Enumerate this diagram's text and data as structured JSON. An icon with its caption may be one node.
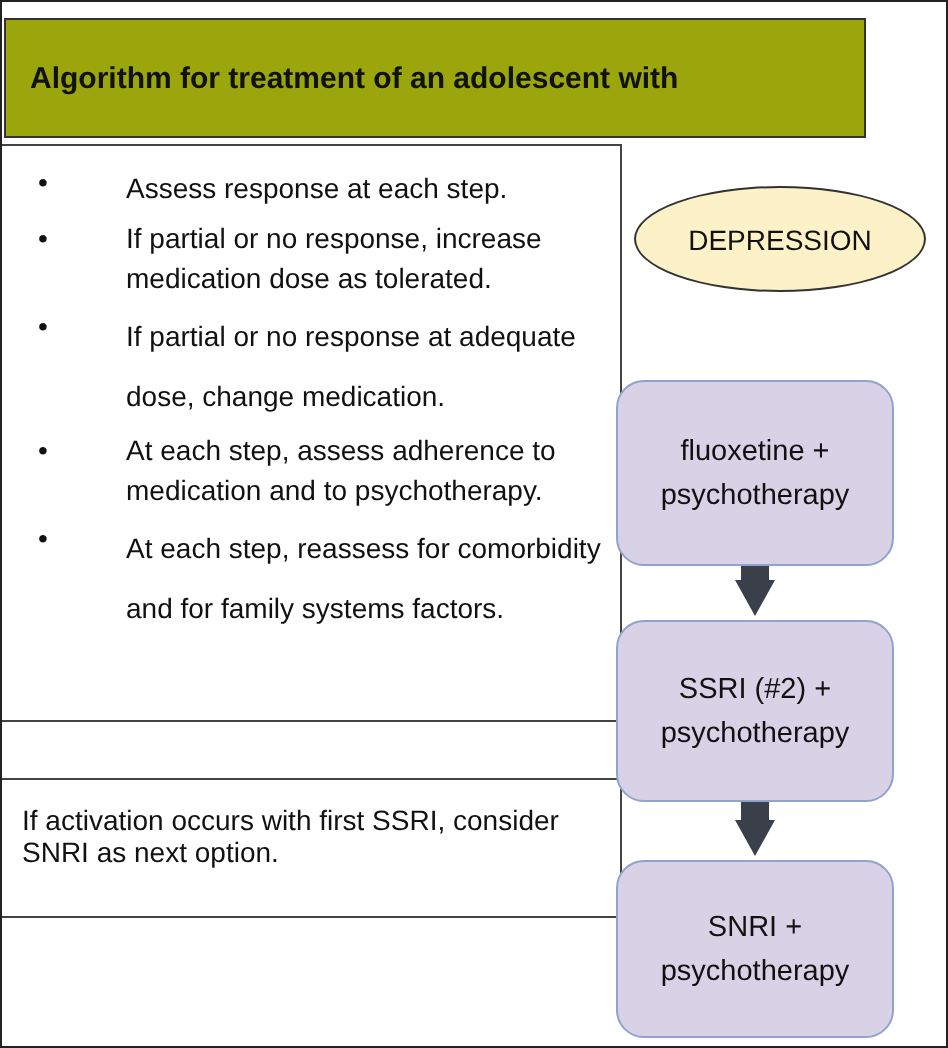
{
  "diagram": {
    "nodes": [
      {
        "text": [
          "Algorithm for treatment of an adolescent with"
        ]
      },
      {
        "text": [
          "•",
          "Assess response at each step.",
          "•",
          "If partial or no response, increase medication dose as tolerated.",
          "•",
          "If partial or no response at adequate dose, change medication.",
          "•",
          "At each step, assess adherence to medication and to psychotherapy.",
          "•",
          "At each step, reassess for comorbidity and for family systems factors."
        ]
      },
      {
        "text": [
          "If activation occurs with first SSRI, consider SNRI as next option."
        ]
      },
      {
        "text": [
          "DEPRESSION"
        ]
      },
      {
        "text": [
          "fluoxetine + psychotherapy"
        ]
      },
      {
        "text": [
          "SSRI (#2) + psychotherapy"
        ]
      },
      {
        "text": [
          "SNRI + psychotherapy"
        ]
      }
    ],
    "edges": [
      {
        "from": 4,
        "to": 5,
        "arrow": "to"
      },
      {
        "from": 5,
        "to": 6,
        "arrow": "to"
      }
    ]
  }
}
